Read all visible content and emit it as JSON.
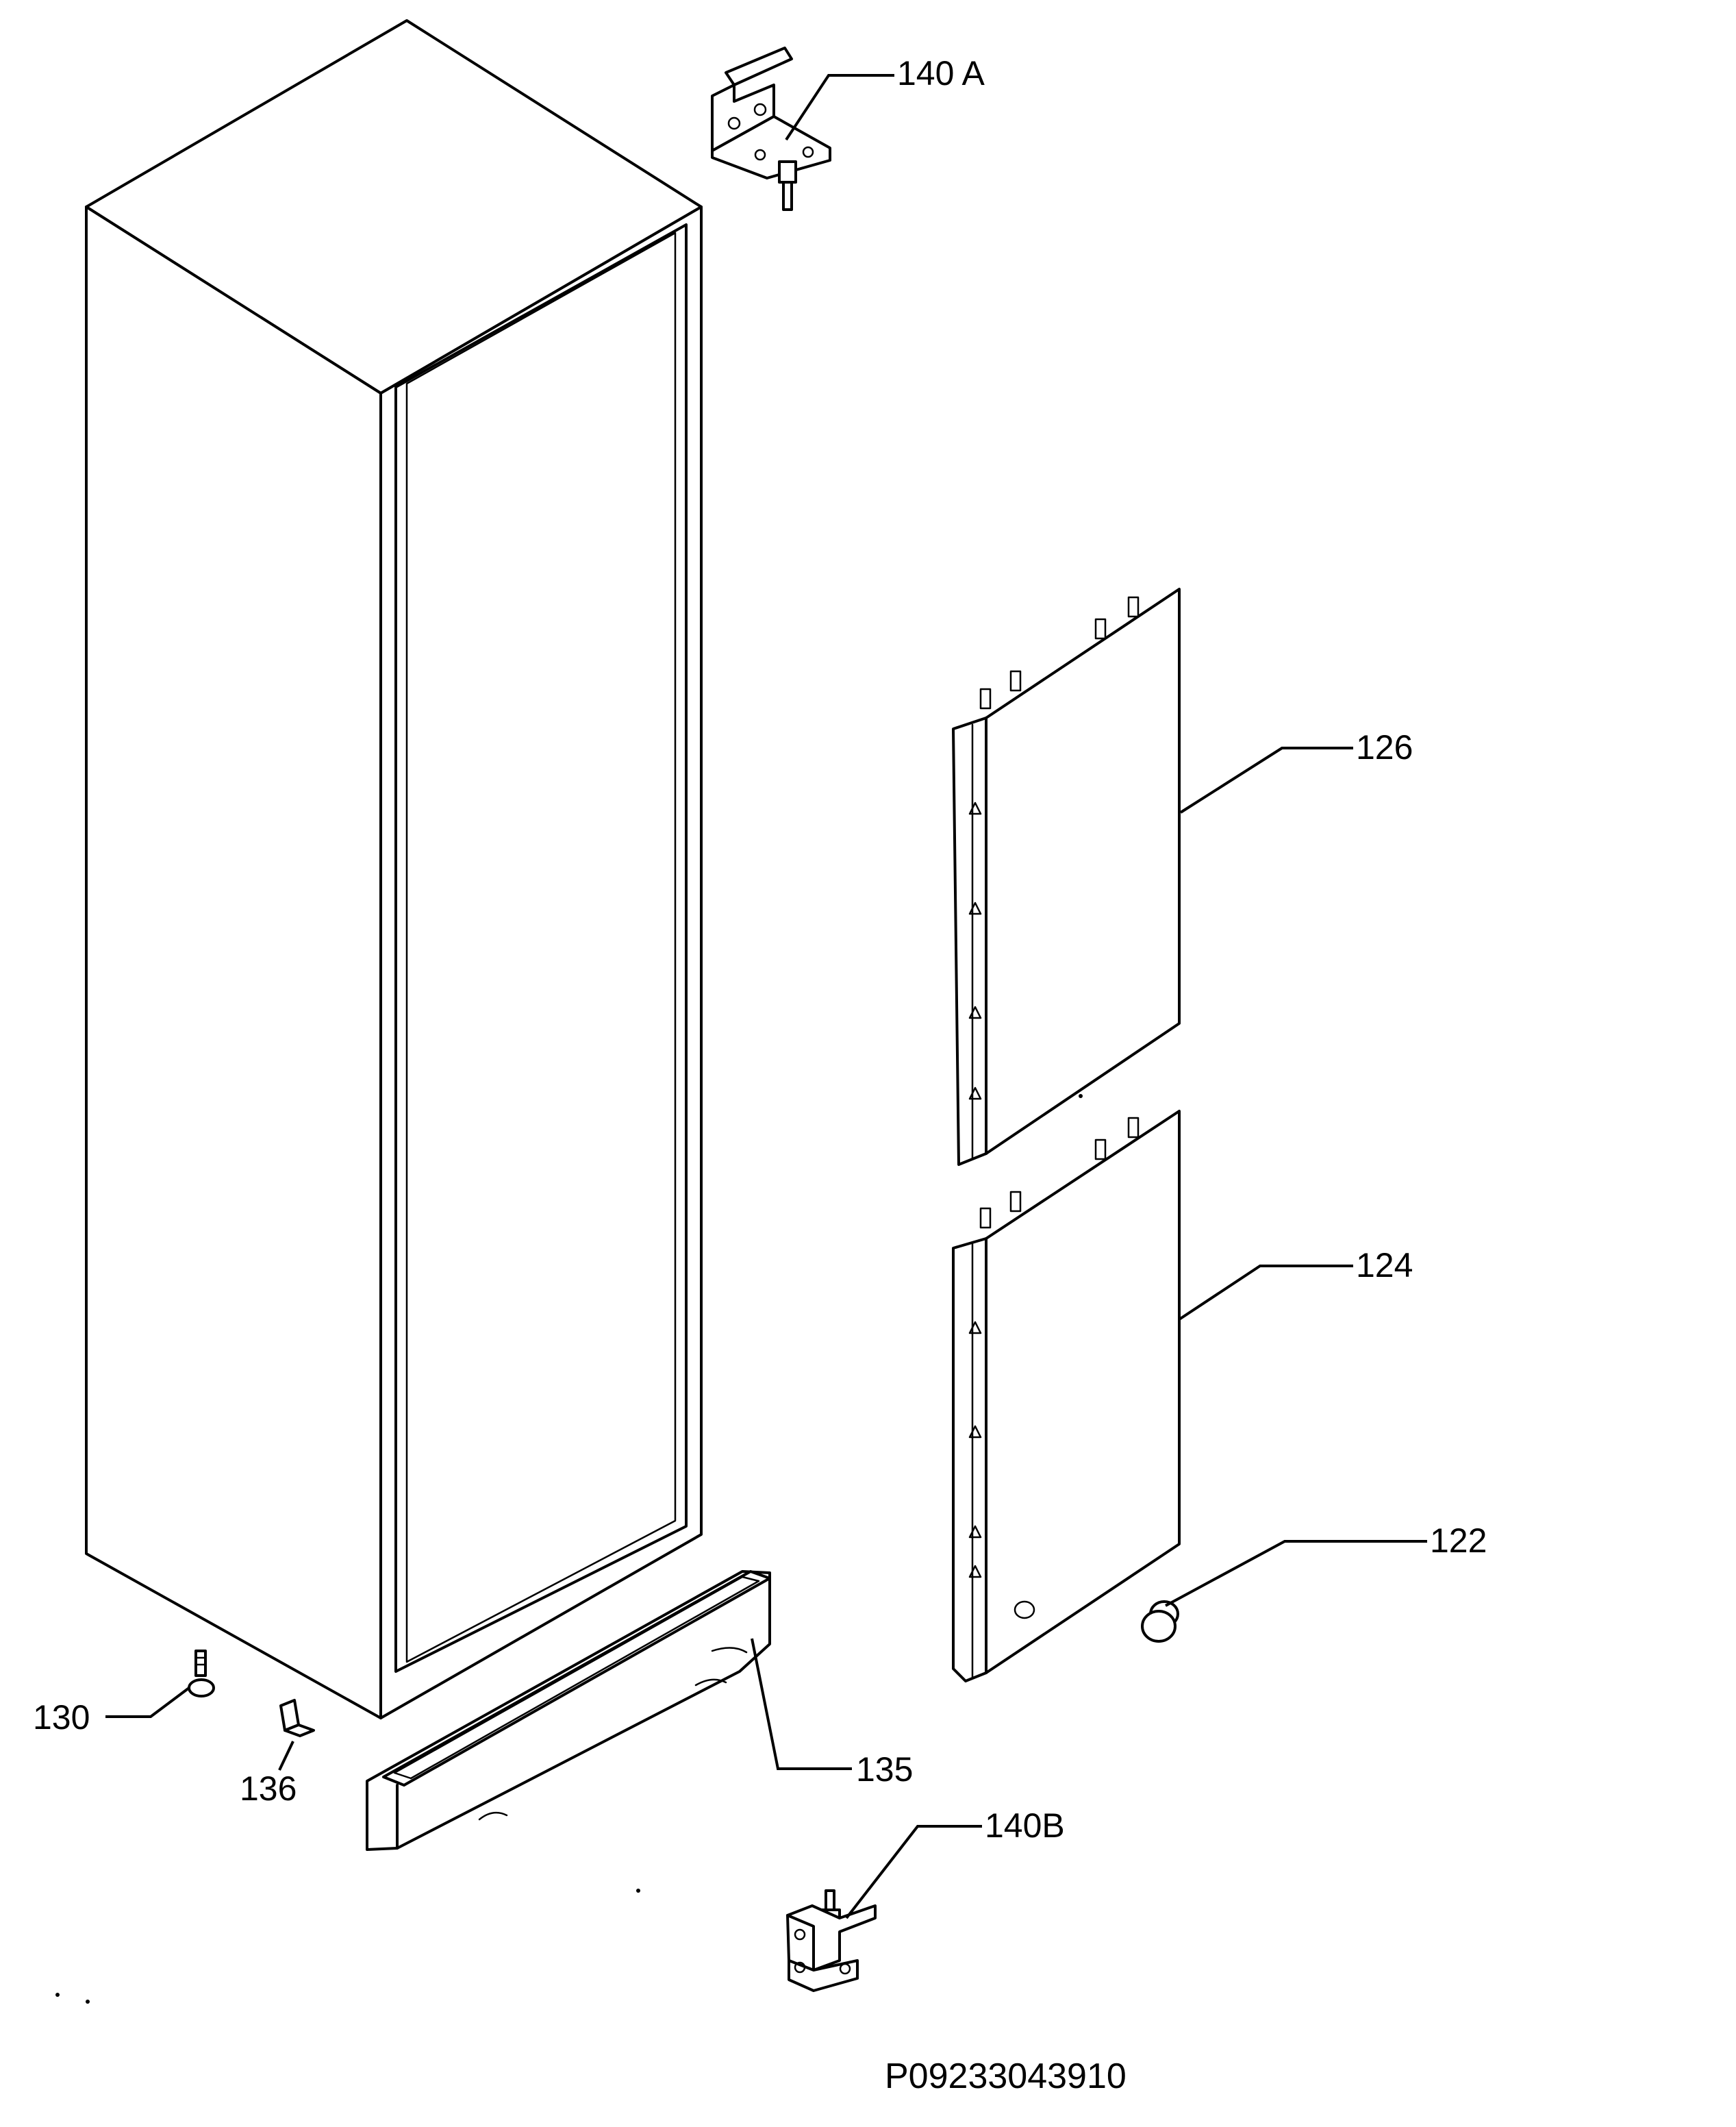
{
  "labels": {
    "hinge_top": "140 A",
    "shelf_upper": "126",
    "shelf_lower": "124",
    "knob": "122",
    "foot": "130",
    "bracket": "136",
    "kick_plate": "135",
    "hinge_bottom": "140B"
  },
  "drawing_code": "P09233043910"
}
